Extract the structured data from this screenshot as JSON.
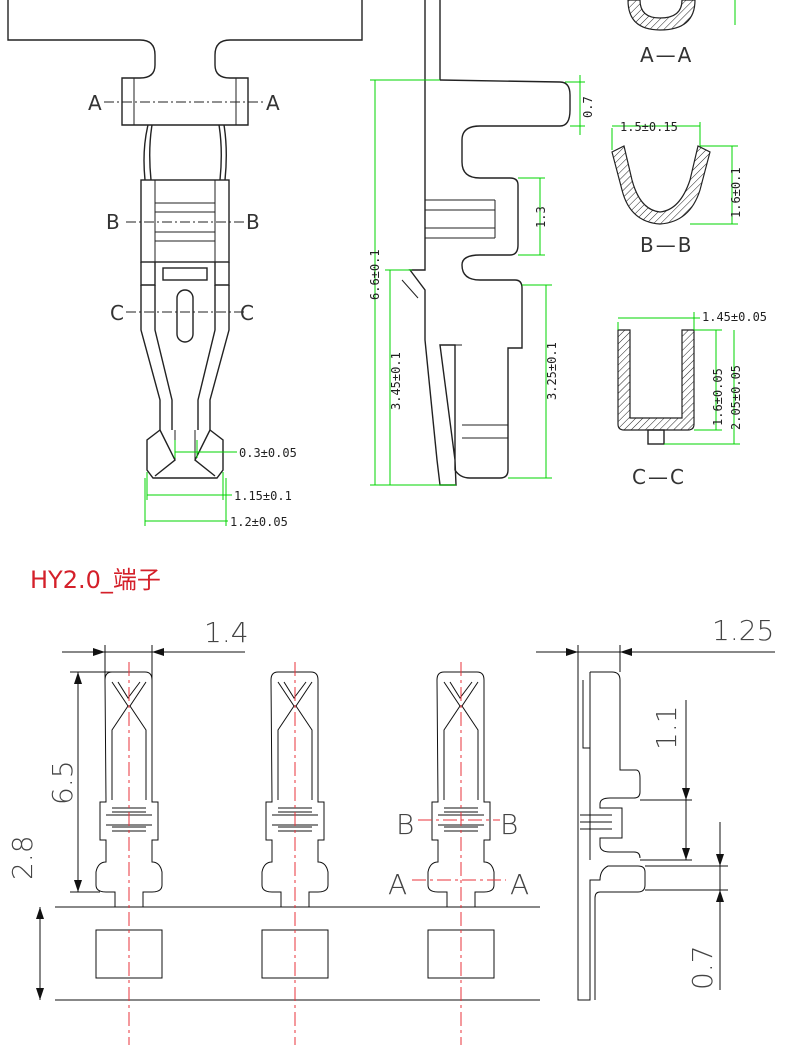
{
  "top_drawing": {
    "section_aa": "A—A",
    "section_bb": "B—B",
    "section_cc": "C—C",
    "label_a_left": "A",
    "label_a_right": "A",
    "label_b_left": "B",
    "label_b_right": "B",
    "label_c_left": "C",
    "label_c_right": "C",
    "dim_0_3": "0.3±0.05",
    "dim_1_15": "1.15±0.1",
    "dim_1_2": "1.2±0.05",
    "dim_6_6": "6.6±0.1",
    "dim_3_45": "3.45±0.1",
    "dim_3_25": "3.25±0.1",
    "dim_1_3": "1.3",
    "dim_0_7": "0.7",
    "dim_1_5": "1.5±0.15",
    "dim_1_6": "1.6±0.1",
    "dim_1_45": "1.45±0.05",
    "dim_1_6b": "1.6±0.05",
    "dim_2_05": "2.05±0.05"
  },
  "heading": "HY2.0_端子",
  "bottom_drawing": {
    "dim_1_4": "1.4",
    "dim_6_5": "6.5",
    "dim_2_8": "2.8",
    "dim_1_25": "1.25",
    "dim_1_1": "1.1",
    "dim_0_7": "0.7",
    "label_b_left": "B",
    "label_b_right": "B",
    "label_a_left": "A",
    "label_a_right": "A"
  },
  "colors": {
    "dimension": "#00d400",
    "centerline": "#e8333b",
    "heading": "#d4202a"
  }
}
